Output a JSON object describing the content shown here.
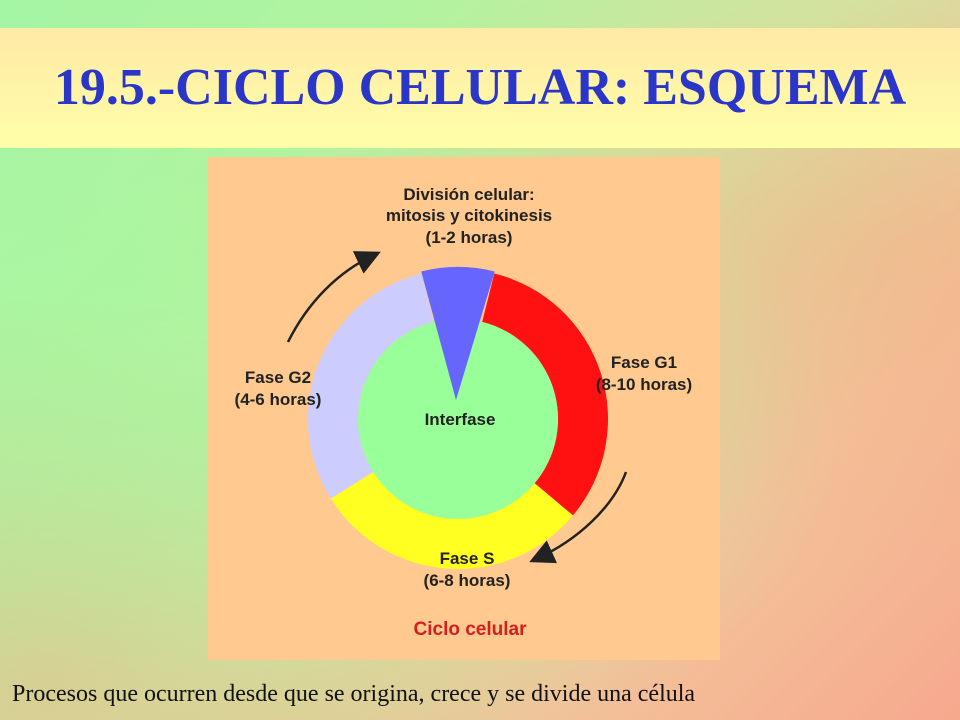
{
  "slide": {
    "title": "19.5.-CICLO CELULAR: ESQUEMA",
    "caption": "Procesos que ocurren desde que se origina, crece y se divide una célula"
  },
  "diagram": {
    "division": {
      "line1": "División celular:",
      "line2": "mitosis y citokinesis",
      "line3": "(1-2 horas)",
      "color": "#6666ff"
    },
    "g1": {
      "line1": "Fase G1",
      "line2": "(8-10 horas)",
      "color": "#ff1111"
    },
    "s": {
      "line1": "Fase S",
      "line2": "(6-8 horas)",
      "color": "#ffff22"
    },
    "g2": {
      "line1": "Fase G2",
      "line2": "(4-6 horas)",
      "color": "#ccccff"
    },
    "interfase": {
      "label": "Interfase",
      "color": "#99ff99"
    },
    "caption": "Ciclo celular",
    "panel_color": "#ffc98f"
  }
}
